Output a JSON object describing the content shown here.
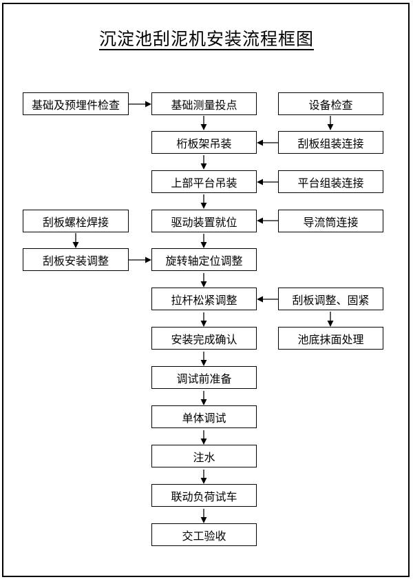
{
  "title": "沉淀池刮泥机安装流程框图",
  "left": {
    "foundation_check": "基础及预埋件检查",
    "scraper_weld": "刮板螺栓焊接",
    "scraper_install": "刮板安装调整"
  },
  "middle": {
    "survey": "基础测量投点",
    "bridge_hoist": "桁板架吊装",
    "upper_platform": "上部平台吊装",
    "drive_position": "驱动装置就位",
    "shaft_adjust": "旋转轴定位调整",
    "chain_tension": "拉杆松紧调整",
    "install_confirm": "安装完成确认",
    "pre_test": "调试前准备",
    "unit_test": "单体调试",
    "water_fill": "注水",
    "load_test": "联动负荷试车",
    "handover": "交工验收"
  },
  "right": {
    "equipment_check": "设备检查",
    "bridge_assembly": "刮板组装连接",
    "platform_assembly": "平台组装连接",
    "guide_connect": "导流筒连接",
    "scraper_fix": "刮板调整、固紧",
    "bottom_finish": "池底抹面处理"
  }
}
